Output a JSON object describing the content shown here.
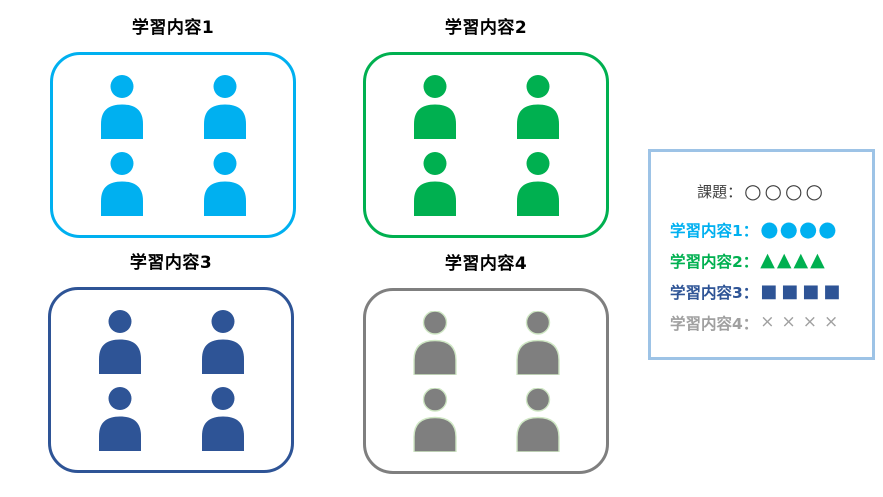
{
  "groups": [
    {
      "label": "学習内容1",
      "color": "#00B0F0",
      "member_count": 4
    },
    {
      "label": "学習内容2",
      "color": "#00B050",
      "member_count": 4
    },
    {
      "label": "学習内容3",
      "color": "#2E5496",
      "member_count": 4
    },
    {
      "label": "学習内容4",
      "color": "#7F7F7F",
      "member_count": 4,
      "icon_outline": "#CFE7C4"
    }
  ],
  "legend": {
    "border_color": "#9DC3E6",
    "task": {
      "label": "課題：",
      "symbols": "○○○○",
      "color": "#404040"
    },
    "items": [
      {
        "label": "学習内容1：",
        "symbols": "●●●●",
        "color": "#00B0F0"
      },
      {
        "label": "学習内容2：",
        "symbols": "▲▲▲▲",
        "color": "#00B050"
      },
      {
        "label": "学習内容3：",
        "symbols": "■■■■",
        "color": "#2E5496"
      },
      {
        "label": "学習内容4：",
        "symbols": "××××",
        "color": "#A0A0A0"
      }
    ]
  }
}
